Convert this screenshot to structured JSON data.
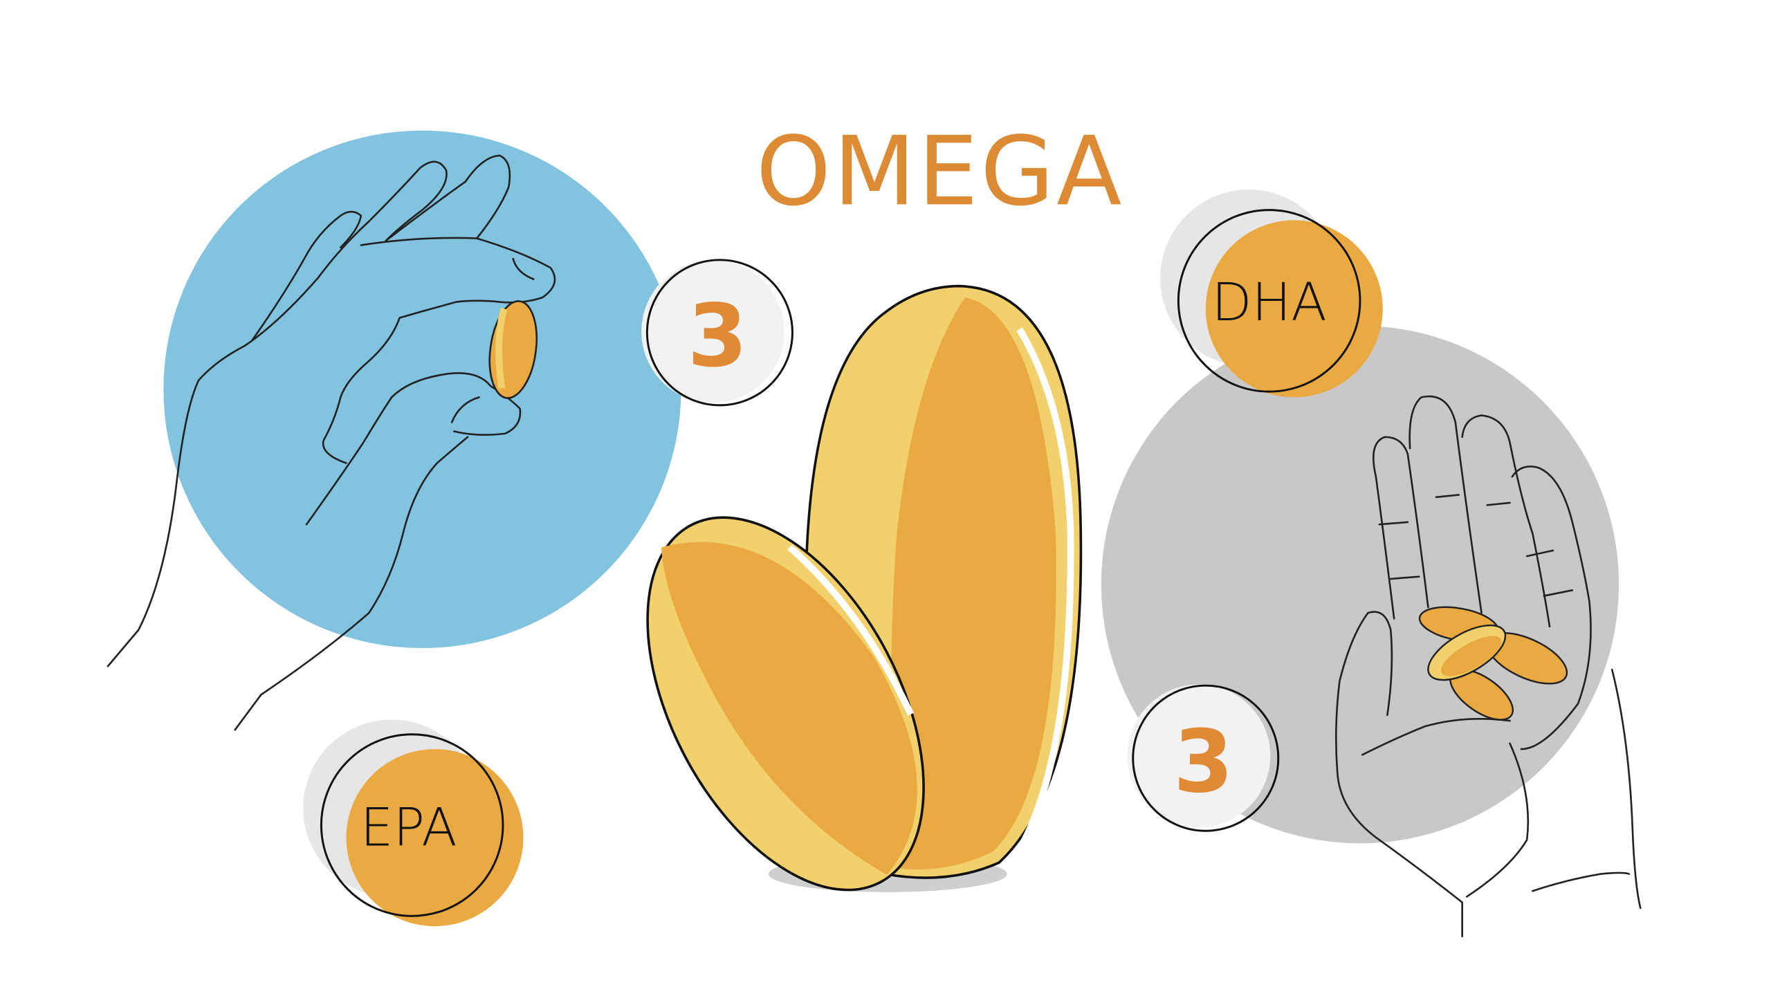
{
  "title": "OMEGA",
  "badges": {
    "three_left": "3",
    "three_right": "3",
    "epa": "EPA",
    "dha": "DHA"
  },
  "colors": {
    "title": "#dc8a33",
    "blue_circle": "#82c4e0",
    "gray_circle": "#c8c8c8",
    "capsule_dark": "#eba942",
    "capsule_light": "#f2d06b",
    "badge_fill": "#f2f2f2"
  }
}
